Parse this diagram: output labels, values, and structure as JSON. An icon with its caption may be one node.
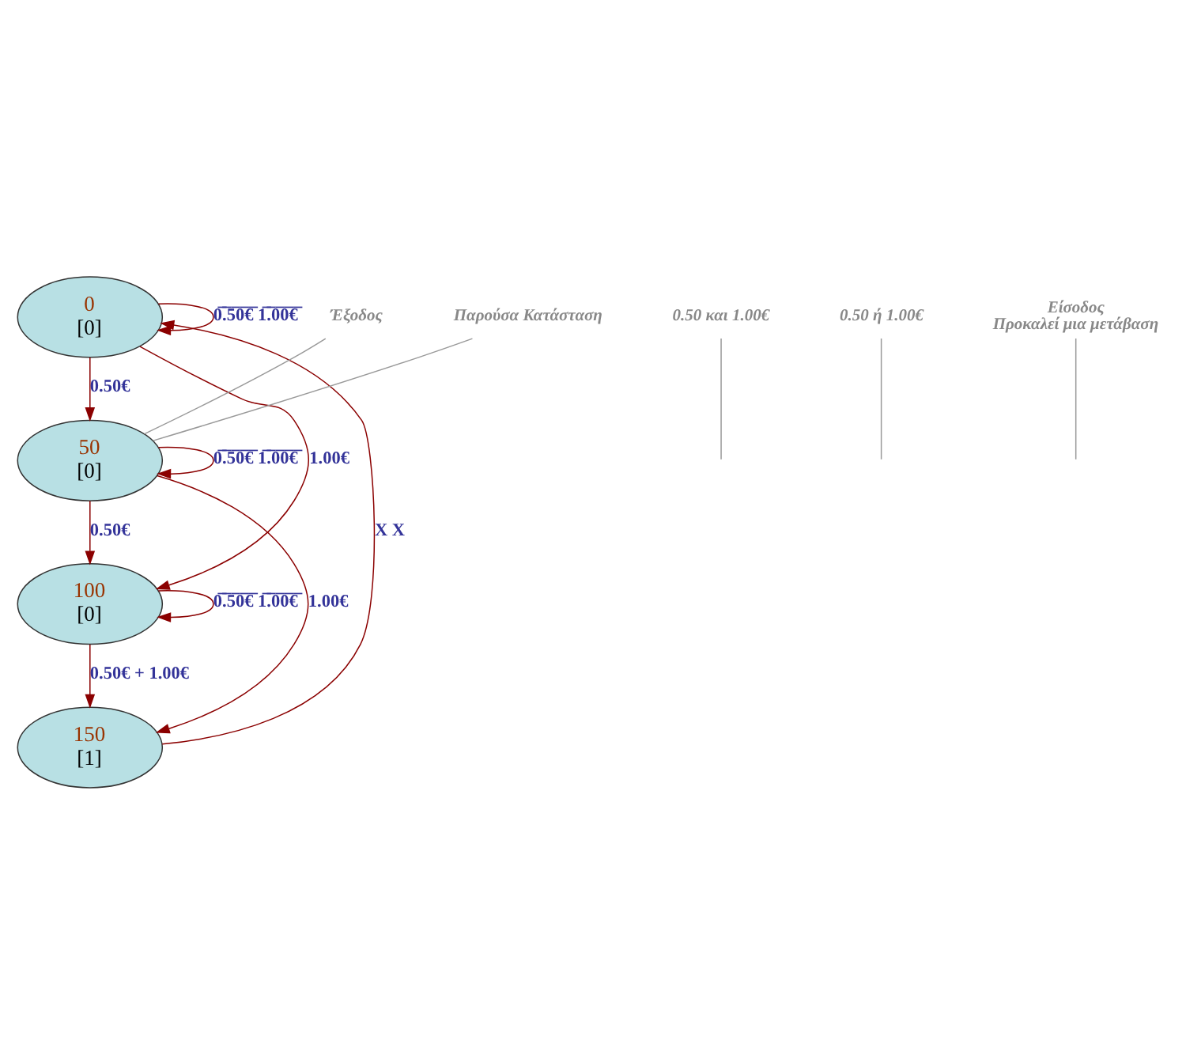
{
  "diagram": {
    "nodes": [
      {
        "text": [
          "0",
          "[0]"
        ]
      },
      {
        "text": [
          "50",
          "[0]"
        ]
      },
      {
        "text": [
          "100",
          "[0]"
        ]
      },
      {
        "text": [
          "150",
          "[1]"
        ]
      },
      {
        "text": [
          "Έξοδος"
        ]
      },
      {
        "text": [
          "Παρούσα Κατάσταση"
        ]
      },
      {
        "text": [
          "0.50 και 1.00€"
        ]
      },
      {
        "text": [
          "0.50 ή 1.00€"
        ]
      },
      {
        "text": [
          "Είσοδος",
          "Προκαλεί μια μετάβαση"
        ]
      }
    ],
    "edges": [
      {
        "from": 0,
        "to": 0,
        "arrow": "to",
        "label": "0̅.̅5̅0̅€̅ 1̅.̅0̅0̅€̅"
      },
      {
        "from": 0,
        "to": 1,
        "arrow": "to",
        "label": "0.50€"
      },
      {
        "from": 0,
        "to": 2,
        "arrow": "to",
        "label": "1.00€"
      },
      {
        "from": 1,
        "to": 1,
        "arrow": "to",
        "label": "0̅.̅5̅0̅€̅ 1̅.̅0̅0̅€̅"
      },
      {
        "from": 1,
        "to": 2,
        "arrow": "to",
        "label": "0.50€"
      },
      {
        "from": 1,
        "to": 3,
        "arrow": "to",
        "label": "1.00€"
      },
      {
        "from": 2,
        "to": 2,
        "arrow": "to",
        "label": "0̅.̅5̅0̅€̅ 1̅.̅0̅0̅€̅"
      },
      {
        "from": 2,
        "to": 3,
        "arrow": "to",
        "label": "0.50€ + 1.00€"
      },
      {
        "from": 3,
        "to": 0,
        "arrow": "to",
        "label": "X X"
      },
      {
        "from": 4,
        "to": 1,
        "arrow": "none",
        "color": "#999999"
      },
      {
        "from": 5,
        "to": 1,
        "arrow": "none",
        "color": "#999999"
      },
      {
        "from": 6,
        "to": null,
        "arrow": "none",
        "color": "#999999"
      },
      {
        "from": 7,
        "to": null,
        "arrow": "none",
        "color": "#999999"
      },
      {
        "from": 8,
        "to": null,
        "arrow": "none",
        "color": "#999999"
      }
    ]
  }
}
